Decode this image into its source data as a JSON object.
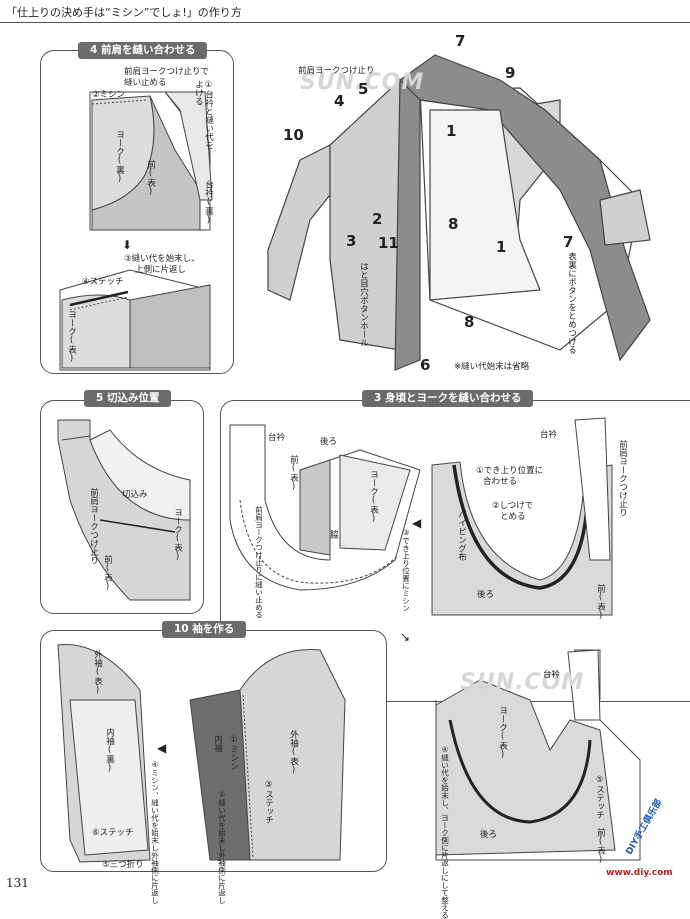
{
  "header": {
    "title": "「仕上りの決め手は“ミシン”でしょ!」の作り方"
  },
  "page_number": "131",
  "panels": {
    "p4": {
      "title": "4 前肩を縫い合わせる"
    },
    "p5": {
      "title": "5 切込み位置"
    },
    "p3": {
      "title": "3 身頃とヨークを縫い合わせる"
    },
    "p10": {
      "title": "10 袖を作る"
    }
  },
  "p4_labels": {
    "l1": "前肩ヨークつけ止りで",
    "l2": "縫い止める",
    "l3": "②ミシン",
    "l4": "①台衿と縫い代を",
    "l5": "よける",
    "yoke": "ヨーク(裏)",
    "front": "前(表)",
    "daieri": "台衿(裏)",
    "l6": "③縫い代を始末し、",
    "l7": "上側に片返し",
    "stitch": "④ステッチ",
    "yoke2": "ヨーク(表)"
  },
  "p5_labels": {
    "kiri": "切込み",
    "ta": "前肩ヨークつけ止り",
    "yoke": "ヨーク(表)",
    "front": "前(表)"
  },
  "p3_labels": {
    "daieri": "台衿",
    "back": "後ろ",
    "front": "前(表)",
    "yoke": "ヨーク(表)",
    "waki": "脇",
    "side1": "前肩ヨークつけ止りに縫い止める",
    "side2": "③でき上り位置にミシン",
    "r1": "①でき上り位置に",
    "r2": "合わせる",
    "r3": "②しつけで",
    "r4": "とめる",
    "piping": "パイピング布",
    "back2": "後ろ",
    "front2": "前(表)",
    "daieri2": "台衿",
    "shoulder": "前肩ヨークつけ止り",
    "daieri3": "台衿",
    "yoke3": "ヨーク(表)",
    "r5": "④縫い代を始末し、ヨーク側に片返しにして整える",
    "stitch": "⑤ステッチ",
    "back3": "後ろ",
    "front3": "前(表)"
  },
  "p10_labels": {
    "outer": "外袖(表)",
    "inner": "内袖(裏)",
    "l1": "④ミシン、縫い代を始末し外袖側に片返し",
    "stitch6": "⑥ステッチ",
    "fold": "⑤三つ折り",
    "inner2": "内袖",
    "m1": "①ミシン",
    "m2": "②縫い代を始末し外袖側に片返し",
    "m3": "③ステッチ",
    "outer2": "外袖(表)"
  },
  "jacket": {
    "numbers": [
      "7",
      "9",
      "4",
      "5",
      "1",
      "10",
      "2",
      "8",
      "3",
      "11",
      "1",
      "7",
      "8",
      "6"
    ],
    "yoke_label": "前肩ヨークつけ止り",
    "button_label": "はと目穴ボタンホール",
    "button2": "表裏にボタンをとめつける",
    "note": "※縫い代始末は省略"
  },
  "watermarks": {
    "w1": "SUN.COM",
    "w2": "SUN.COM"
  },
  "brand": {
    "b1": "DIY手工俱乐部",
    "b2": "www.diy.com"
  }
}
